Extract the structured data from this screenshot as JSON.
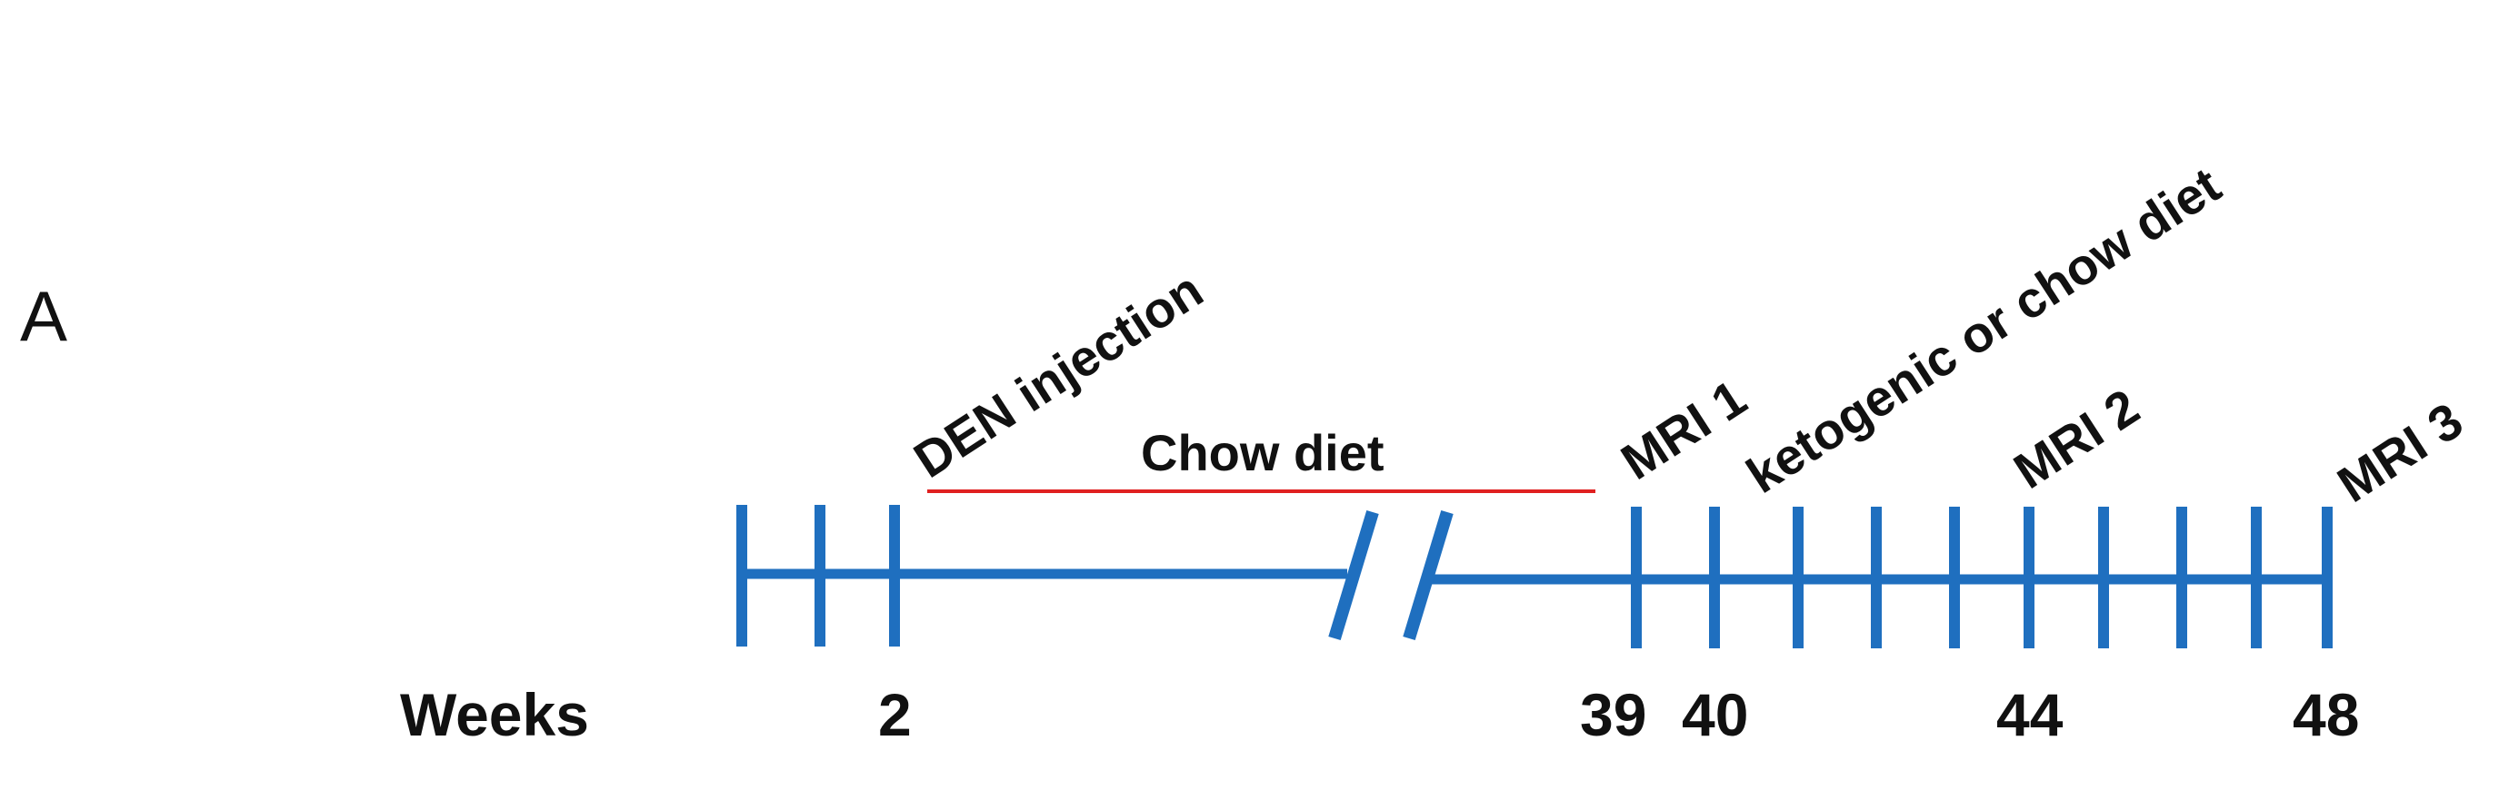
{
  "panel_label": "A",
  "axis": {
    "unit_label": "Weeks",
    "colors": {
      "timeline": "#1f6fbf",
      "diet_bar": "#e02020"
    }
  },
  "phases": {
    "initial_diet": "Chow diet"
  },
  "events": [
    {
      "id": "den",
      "label": "DEN injection"
    },
    {
      "id": "mri1",
      "label": "MRI 1"
    },
    {
      "id": "diet-switch",
      "label": "ketogenic or chow diet"
    },
    {
      "id": "mri2",
      "label": "MRI 2"
    },
    {
      "id": "mri3",
      "label": "MRI 3"
    }
  ],
  "week_labels": [
    {
      "id": "w2",
      "text": "2"
    },
    {
      "id": "w39",
      "text": "39"
    },
    {
      "id": "w40",
      "text": "40"
    },
    {
      "id": "w44",
      "text": "44"
    },
    {
      "id": "w48",
      "text": "48"
    }
  ]
}
